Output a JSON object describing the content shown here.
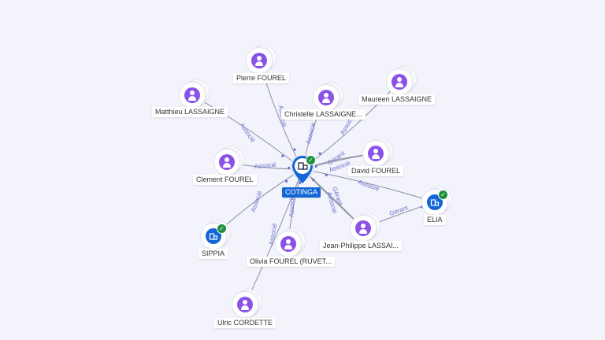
{
  "center": {
    "label": "COTINGA",
    "kind": "company",
    "verified": true
  },
  "nodes": [
    {
      "id": "pierre",
      "label": "Pierre FOUREL",
      "kind": "person"
    },
    {
      "id": "matthieu",
      "label": "Matthieu LASSAIGNE",
      "kind": "person"
    },
    {
      "id": "christelle",
      "label": "Christelle LASSAIGNE...",
      "kind": "person"
    },
    {
      "id": "maureen",
      "label": "Maureen LASSAIGNE",
      "kind": "person"
    },
    {
      "id": "david",
      "label": "David FOUREL",
      "kind": "person"
    },
    {
      "id": "clement",
      "label": "Clement FOUREL",
      "kind": "person"
    },
    {
      "id": "elia",
      "label": "ELIA",
      "kind": "company",
      "verified": true
    },
    {
      "id": "sippia",
      "label": "SIPPIA",
      "kind": "company",
      "verified": true
    },
    {
      "id": "jeanphilippe",
      "label": "Jean-Philippe LASSAI...",
      "kind": "person"
    },
    {
      "id": "olivia",
      "label": "Olivia FOUREL (RUVET...",
      "kind": "person"
    },
    {
      "id": "ulric",
      "label": "Ulric CORDETTE",
      "kind": "person"
    }
  ],
  "edges": [
    {
      "from": "pierre",
      "to": "center",
      "label": "Associé"
    },
    {
      "from": "matthieu",
      "to": "center",
      "label": "Associé"
    },
    {
      "from": "christelle",
      "to": "center",
      "label": "Associé"
    },
    {
      "from": "maureen",
      "to": "center",
      "label": "Associé"
    },
    {
      "from": "david",
      "to": "center",
      "label": "Gérant"
    },
    {
      "from": "david",
      "to": "center",
      "label": "Associé"
    },
    {
      "from": "clement",
      "to": "center",
      "label": "Associé"
    },
    {
      "from": "elia",
      "to": "center",
      "label": "Associé"
    },
    {
      "from": "sippia",
      "to": "center",
      "label": "Associé"
    },
    {
      "from": "jeanphilippe",
      "to": "center",
      "label": "Gérant"
    },
    {
      "from": "jeanphilippe",
      "to": "center",
      "label": "Associé"
    },
    {
      "from": "jeanphilippe",
      "to": "elia",
      "label": "Gérant"
    },
    {
      "from": "olivia",
      "to": "center",
      "label": "Associé"
    },
    {
      "from": "ulric",
      "to": "center",
      "label": "Associé"
    }
  ],
  "colors": {
    "background": "#f3f3fb",
    "person": "#8b52e8",
    "company": "#1366d6",
    "verified": "#1f8f3a",
    "edge_label": "#6b6fd0"
  },
  "icons": {
    "person": "person-icon",
    "company": "building-icon",
    "verified": "check-badge-icon"
  }
}
